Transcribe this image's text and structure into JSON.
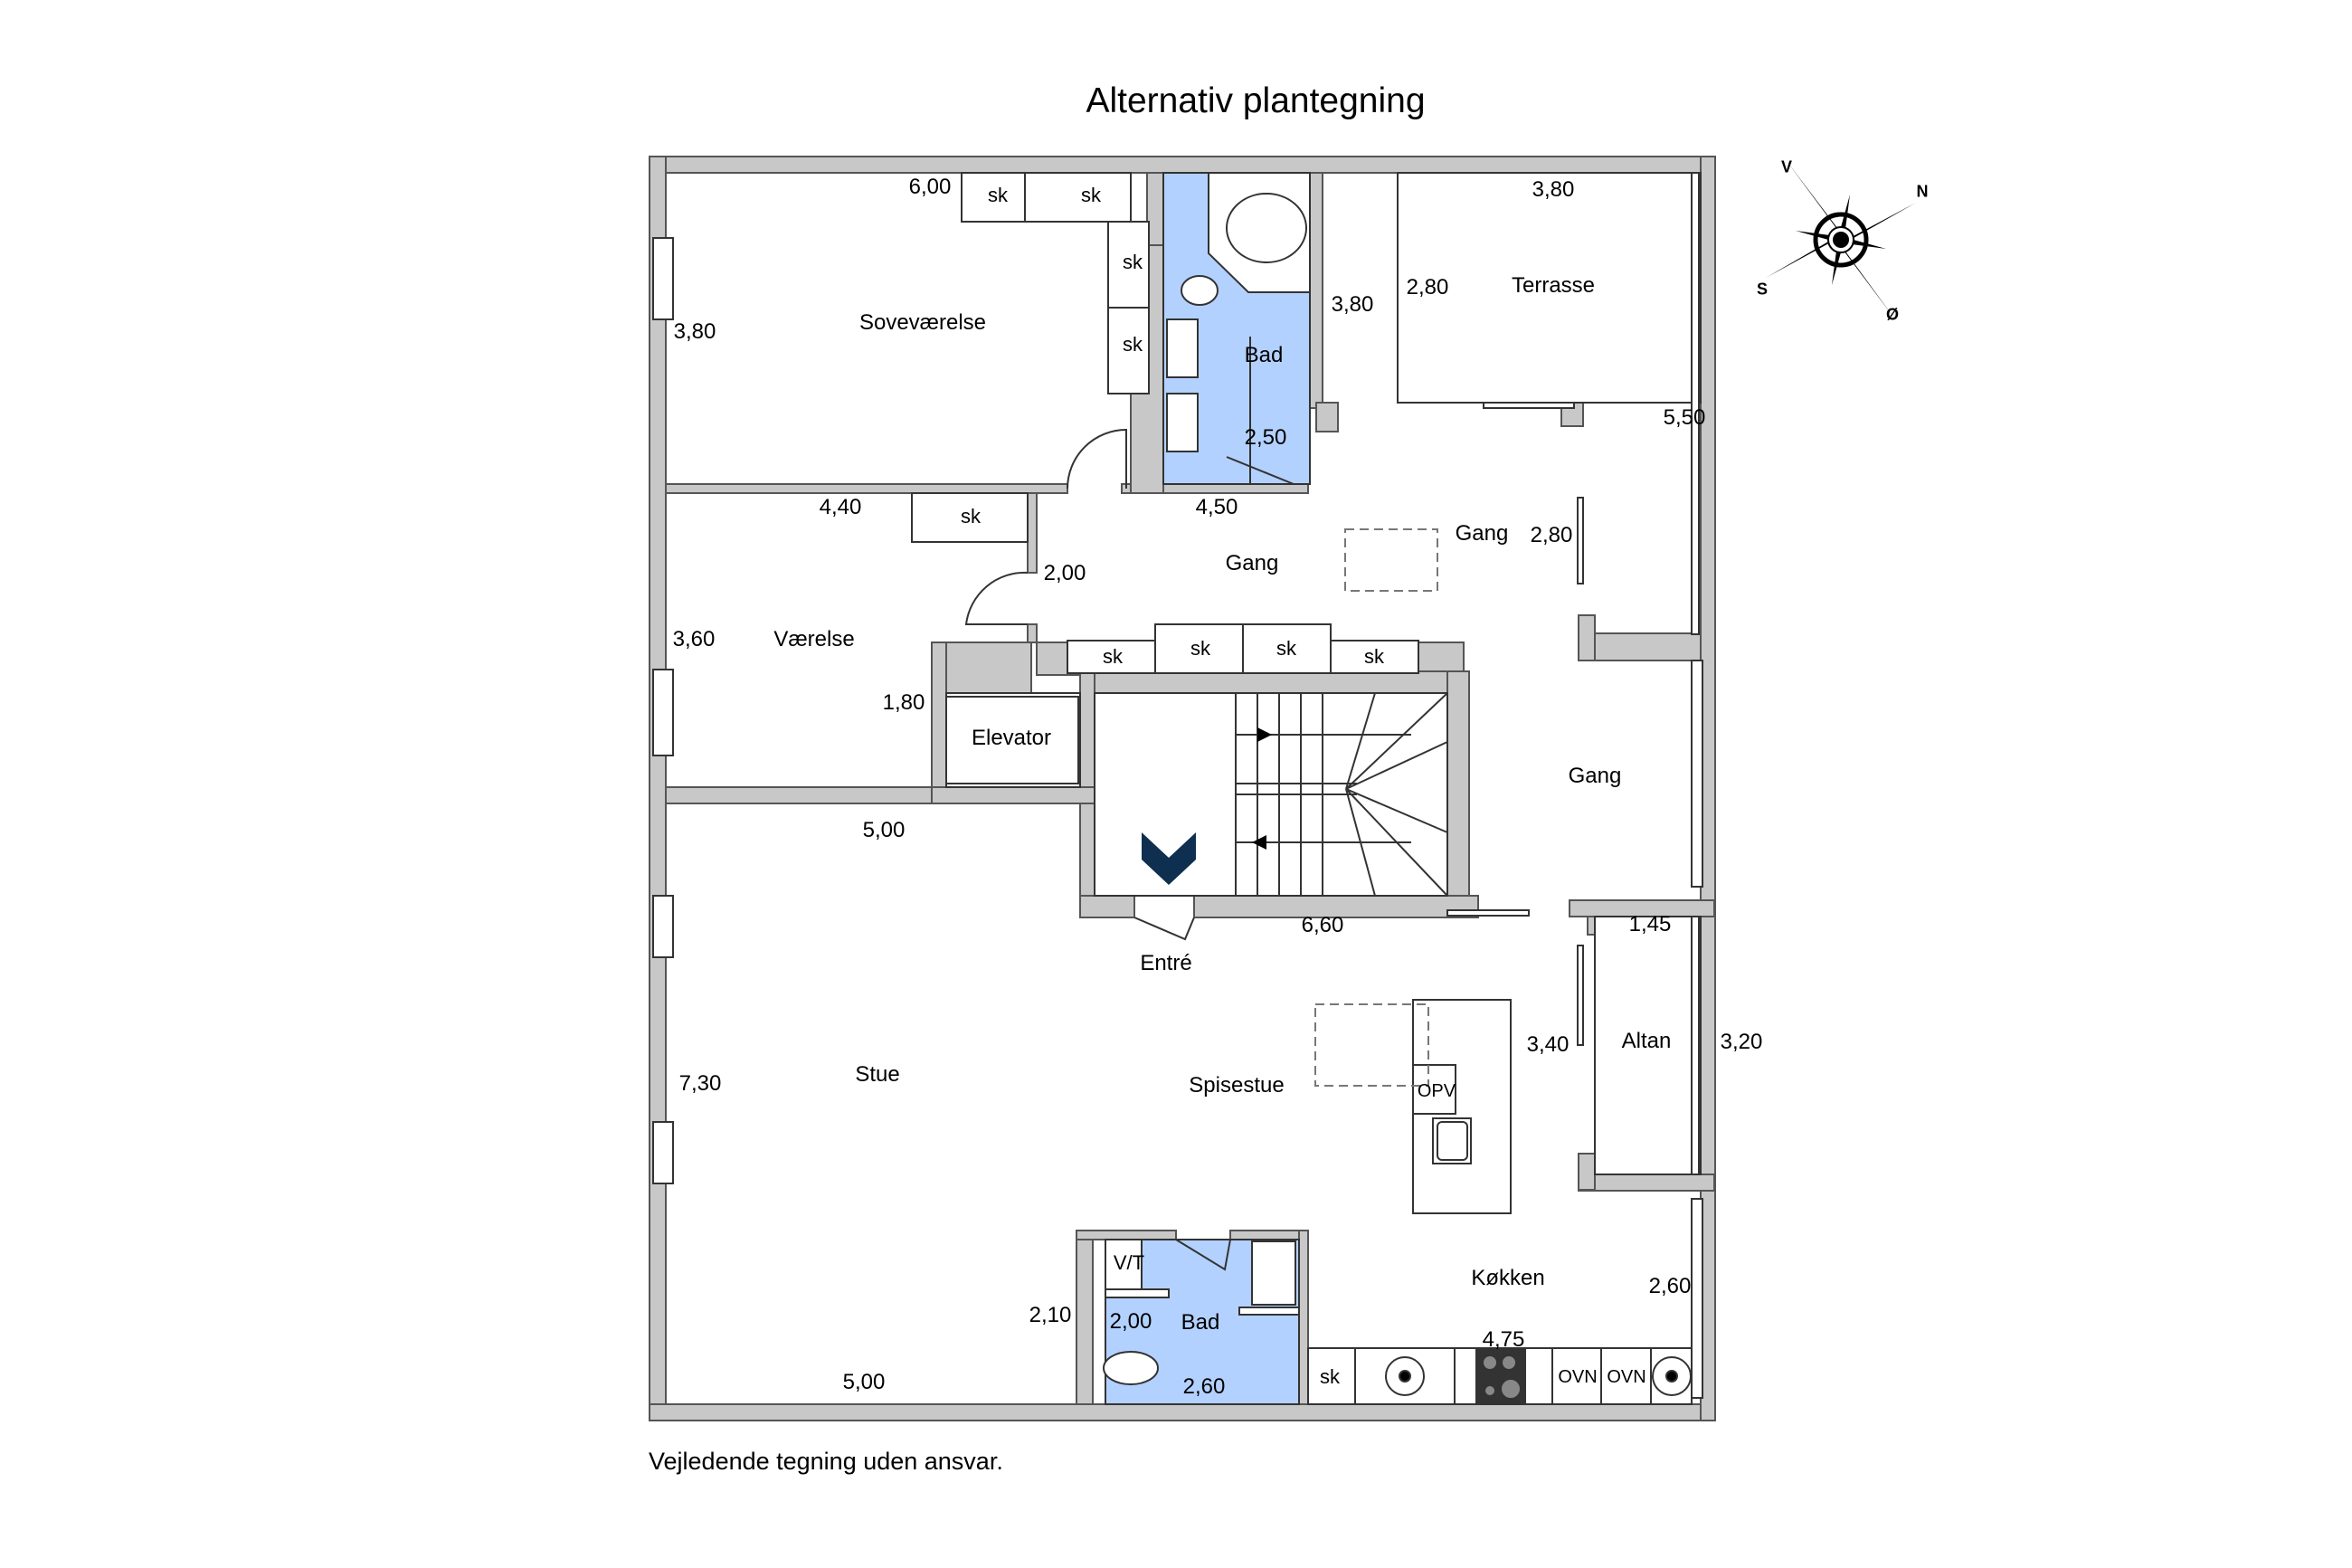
{
  "title": "Alternativ plantegning",
  "footer": "Vejledende tegning uden ansvar.",
  "colors": {
    "wall": "#c8c8c8",
    "wall_stroke": "#555555",
    "bathroom": "#b3d1ff",
    "entry_marker": "#0e2f4f",
    "line": "#333333"
  },
  "compass": {
    "n": "N",
    "s": "S",
    "v": "V",
    "o": "Ø"
  },
  "rooms": {
    "sovevaerelse": "Soveværelse",
    "bad1": "Bad",
    "terrasse": "Terrasse",
    "vaerelse": "Værelse",
    "gang1": "Gang",
    "gang2": "Gang",
    "gang3": "Gang",
    "elevator": "Elevator",
    "entre": "Entré",
    "stue": "Stue",
    "spisestue": "Spisestue",
    "altan": "Altan",
    "koekken": "Køkken",
    "bad2": "Bad"
  },
  "dimensions": {
    "sove_w": "6,00",
    "sove_h": "3,80",
    "bad1_w": "3,80",
    "bad1_h": "2,50",
    "terrasse_w": "3,80",
    "terrasse_h": "2,80",
    "terrasse_side": "5,50",
    "vaer_w": "4,40",
    "vaer_h": "3,60",
    "vaer_inner": "1,80",
    "gang1_w": "4,50",
    "gang1_h": "2,00",
    "gang2_h": "2,80",
    "stue_w_top": "5,00",
    "stue_h": "7,30",
    "stue_w_bottom": "5,00",
    "stair_w": "6,60",
    "altan_w": "1,45",
    "altan_h": "3,20",
    "spise_h": "3,40",
    "bad2_side": "2,10",
    "bad2_h": "2,00",
    "bad2_w": "2,60",
    "koekken_w": "4,75",
    "koekken_h": "2,60"
  },
  "fixtures": {
    "sk": "sk",
    "vt": "V/T",
    "opv": "OPV",
    "ovn": "OVN"
  }
}
